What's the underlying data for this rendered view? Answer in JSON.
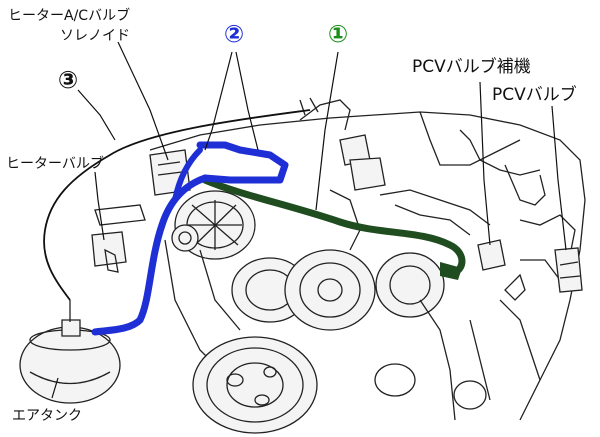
{
  "labels": {
    "heater_ac_valve_solenoid_line1": "ヒーターA/Cバルブ",
    "heater_ac_valve_solenoid_line2": "ソレノイド",
    "heater_valve": "ヒーターバルブ",
    "air_tank": "エアタンク",
    "pcv_valve_auxiliary": "PCVバルブ補機",
    "pcv_valve": "PCVバルブ"
  },
  "callouts": [
    {
      "id": "1",
      "text": "①",
      "color": "#1a8f1a"
    },
    {
      "id": "2",
      "text": "②",
      "color": "#1f2fd6"
    },
    {
      "id": "3",
      "text": "③",
      "color": "#111111"
    }
  ],
  "hose_colors": {
    "hose_1": "#1f4d1f",
    "hose_2": "#1f2fd6",
    "hose_3": "#111111"
  }
}
